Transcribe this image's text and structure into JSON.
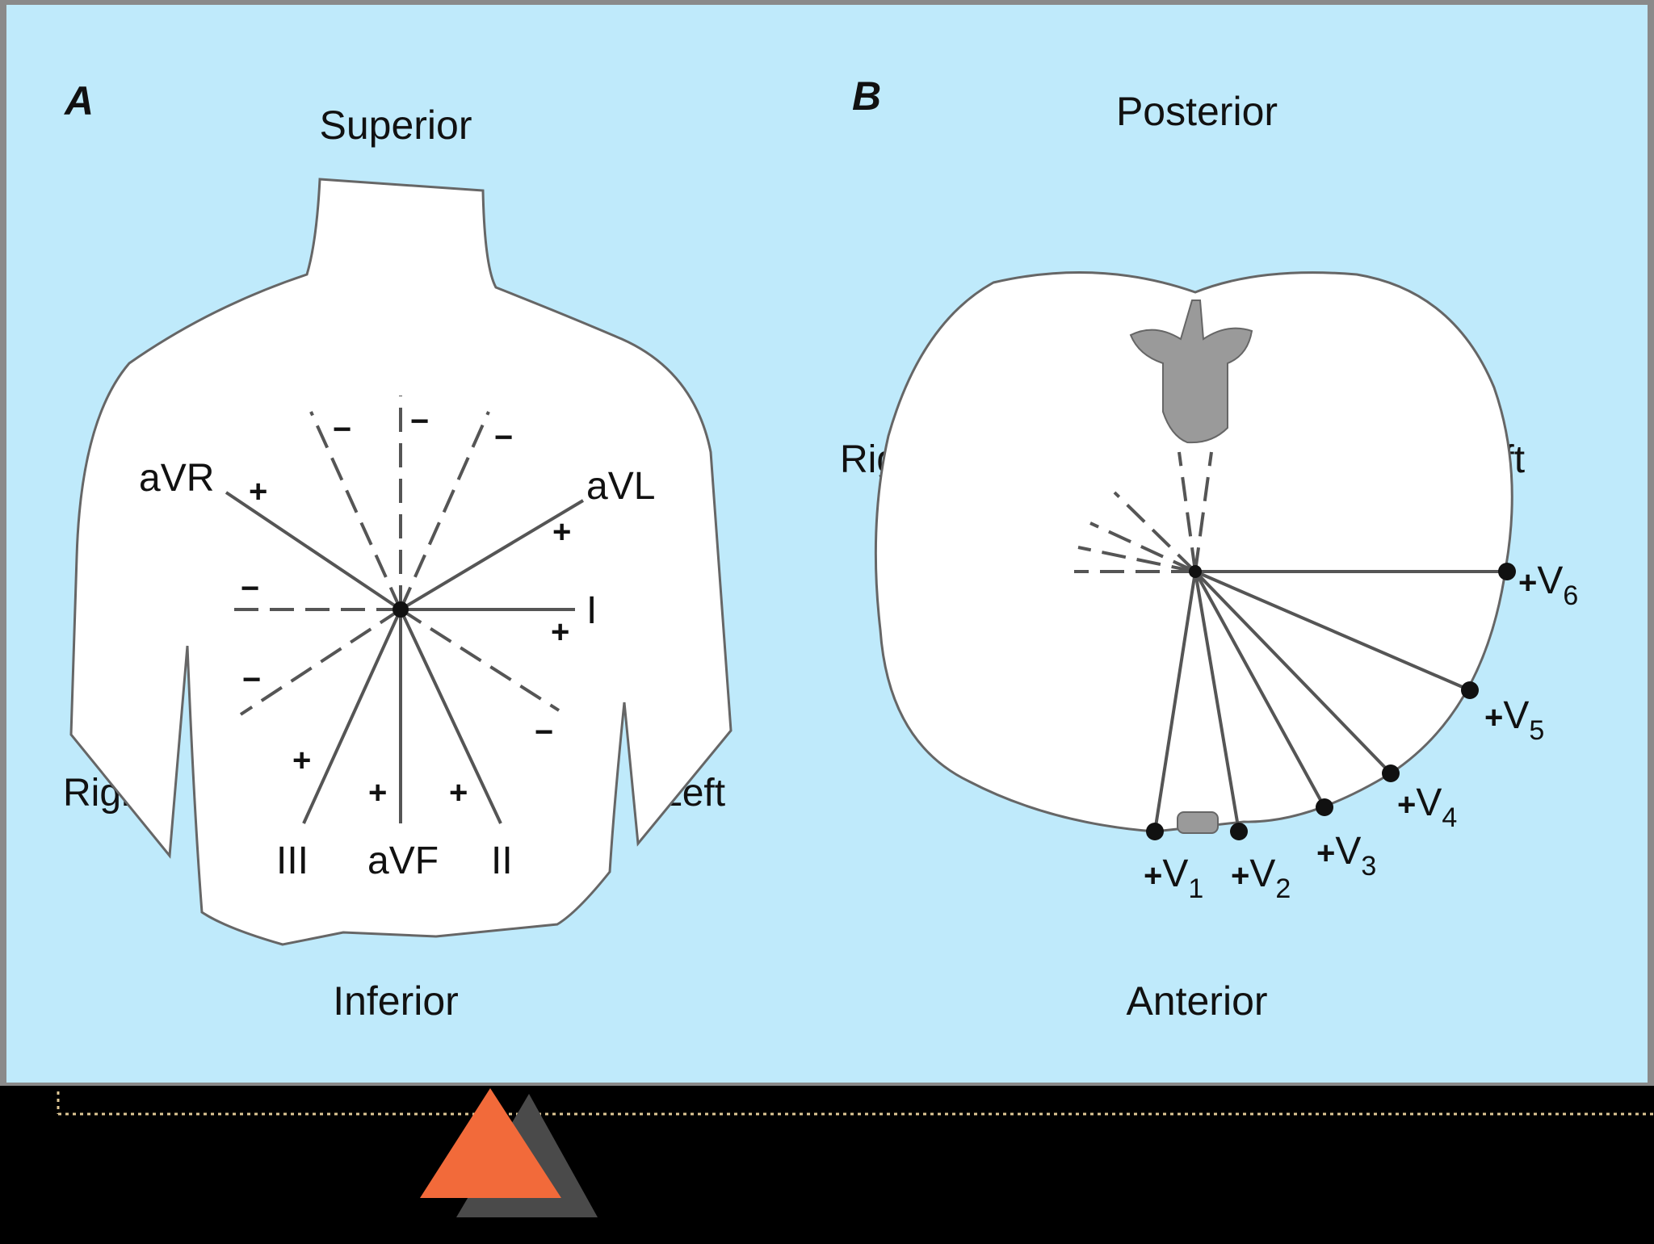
{
  "panel_a": {
    "letter": "A",
    "superior": "Superior",
    "inferior": "Inferior",
    "right": "Right",
    "left": "Left",
    "leads": {
      "avr": "aVR",
      "avl": "aVL",
      "i": "I",
      "ii": "II",
      "iii": "III",
      "avf": "aVF"
    },
    "plus": "+",
    "minus": "−"
  },
  "panel_b": {
    "letter": "B",
    "posterior": "Posterior",
    "anterior": "Anterior",
    "right": "Right",
    "left": "Left",
    "lead_base": "V",
    "leads": [
      "1",
      "2",
      "3",
      "4",
      "5",
      "6"
    ],
    "plus": "+",
    "minus": "−"
  },
  "colors": {
    "background": "#bfeafb",
    "frame": "#8a8a8a",
    "body": "#ffffff",
    "line": "#555555",
    "vertebra": "#9a9a9a",
    "bottom_bar": "#000000",
    "triangle_front": "#f26a3a",
    "triangle_shadow": "#4a4a4a",
    "dotted_line": "#e0c896"
  }
}
